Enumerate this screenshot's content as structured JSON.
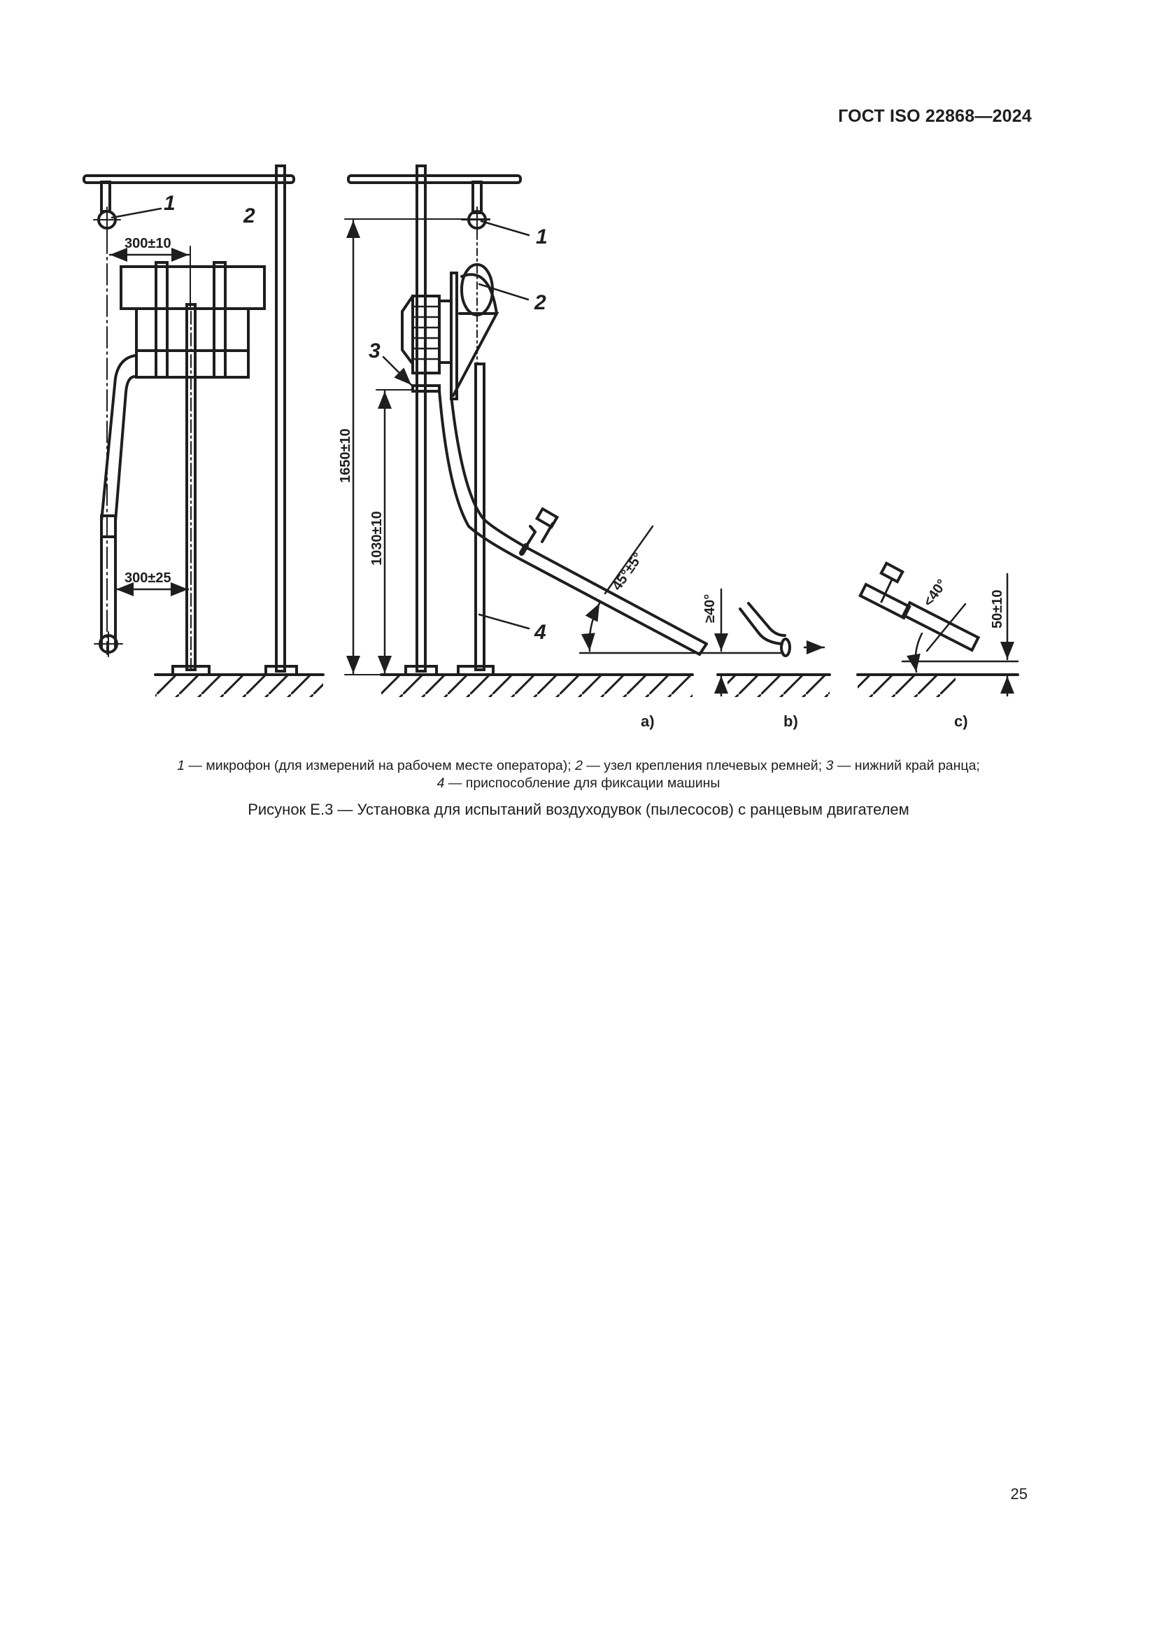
{
  "header": {
    "standard": "ГОСТ ISO 22868—2024"
  },
  "figure": {
    "callouts": {
      "c1": "1",
      "c2": "2",
      "c3": "3",
      "c4": "4"
    },
    "dimensions": {
      "d300_10": "300±10",
      "d300_25": "300±25",
      "d1650": "1650±10",
      "d1030": "1030±10",
      "angle_a": "45°±5°",
      "angle_b": "≥40°",
      "angle_c": "<40°",
      "d50": "50±10"
    },
    "subfigure_labels": {
      "a": "a)",
      "b": "b)",
      "c": "c)"
    }
  },
  "legend": {
    "line1": [
      {
        "num": "1",
        "text": " — микрофон (для измерений на рабочем месте оператора); "
      },
      {
        "num": "2",
        "text": " — узел крепления плечевых ремней; "
      },
      {
        "num": "3",
        "text": " — нижний край ранца;"
      }
    ],
    "line2": [
      {
        "num": "4",
        "text": " — приспособление для фиксации машины"
      }
    ]
  },
  "caption": "Рисунок Е.3 — Установка для испытаний воздуходувок (пылесосов) с ранцевым двигателем",
  "page_number": "25"
}
